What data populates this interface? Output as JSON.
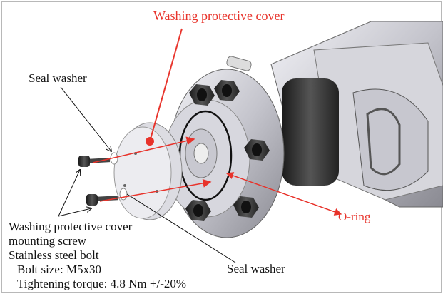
{
  "labels": {
    "cover": "Washing protective cover",
    "seal_washer_top": "Seal washer",
    "seal_washer_bottom": "Seal washer",
    "oring": "O-ring",
    "screw_line1": "Washing protective cover",
    "screw_line2": "mounting screw",
    "screw_line3": "Stainless steel bolt",
    "bolt_size": "Bolt size: M5x30",
    "torque": "Tightening torque: 4.8 Nm +/-20%"
  },
  "colors": {
    "accent": "#e8332b",
    "ink": "#111111",
    "metal": "#b9b9c0"
  }
}
